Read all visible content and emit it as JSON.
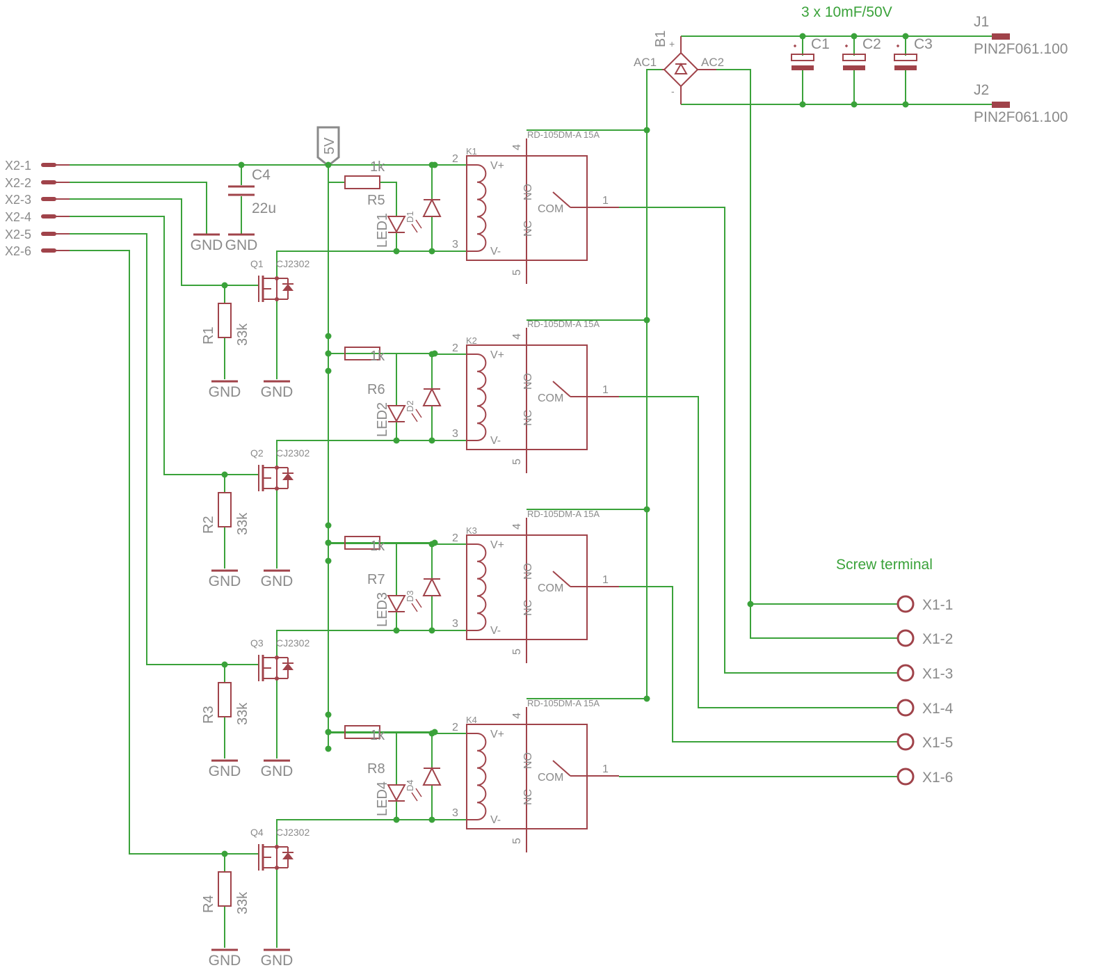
{
  "title_note": "3 x 10mF/50V",
  "screw_terminal_label": "Screw terminal",
  "colors": {
    "wire": "#3aa23a",
    "symbol": "#a0434a",
    "text": "#8a8a8a",
    "note": "#3aa23a"
  },
  "input_pins": [
    "X2-1",
    "X2-2",
    "X2-3",
    "X2-4",
    "X2-5",
    "X2-6"
  ],
  "output_pins": [
    "X1-1",
    "X1-2",
    "X1-3",
    "X1-4",
    "X1-5",
    "X1-6"
  ],
  "power_flag": "5V",
  "gnd_label": "GND",
  "c4": {
    "name": "C4",
    "value": "22u"
  },
  "bridge": {
    "name": "B1",
    "ac1": "AC1",
    "ac2": "AC2",
    "plus": "+",
    "minus": "-"
  },
  "caps": [
    {
      "name": "C1"
    },
    {
      "name": "C2"
    },
    {
      "name": "C3"
    }
  ],
  "jacks": [
    {
      "name": "J1",
      "value": "PIN2F061.100"
    },
    {
      "name": "J2",
      "value": "PIN2F061.100"
    }
  ],
  "channels": [
    {
      "relay": "K1",
      "relay_value": "RD-105DM-A 15A",
      "resistor": "R5",
      "res_value": "1k",
      "led": "LED1",
      "diode": "D1",
      "mosfet": "Q1",
      "mosfet_value": "CJ2302",
      "pulldown": "R1",
      "pulldown_value": "33k"
    },
    {
      "relay": "K2",
      "relay_value": "RD-105DM-A 15A",
      "resistor": "R6",
      "res_value": "1k",
      "led": "LED2",
      "diode": "D2",
      "mosfet": "Q2",
      "mosfet_value": "CJ2302",
      "pulldown": "R2",
      "pulldown_value": "33k"
    },
    {
      "relay": "K3",
      "relay_value": "RD-105DM-A 15A",
      "resistor": "R7",
      "res_value": "1k",
      "led": "LED3",
      "diode": "D3",
      "mosfet": "Q3",
      "mosfet_value": "CJ2302",
      "pulldown": "R3",
      "pulldown_value": "33k"
    },
    {
      "relay": "K4",
      "relay_value": "RD-105DM-A 15A",
      "resistor": "R8",
      "res_value": "1k",
      "led": "LED4",
      "diode": "D4",
      "mosfet": "Q4",
      "mosfet_value": "CJ2302",
      "pulldown": "R4",
      "pulldown_value": "33k"
    }
  ],
  "relay_pins": {
    "p1": "1",
    "p2": "2",
    "p3": "3",
    "p4": "4",
    "p5": "5",
    "vplus": "V+",
    "vminus": "V-",
    "no": "NO",
    "nc": "NC",
    "com": "COM"
  }
}
